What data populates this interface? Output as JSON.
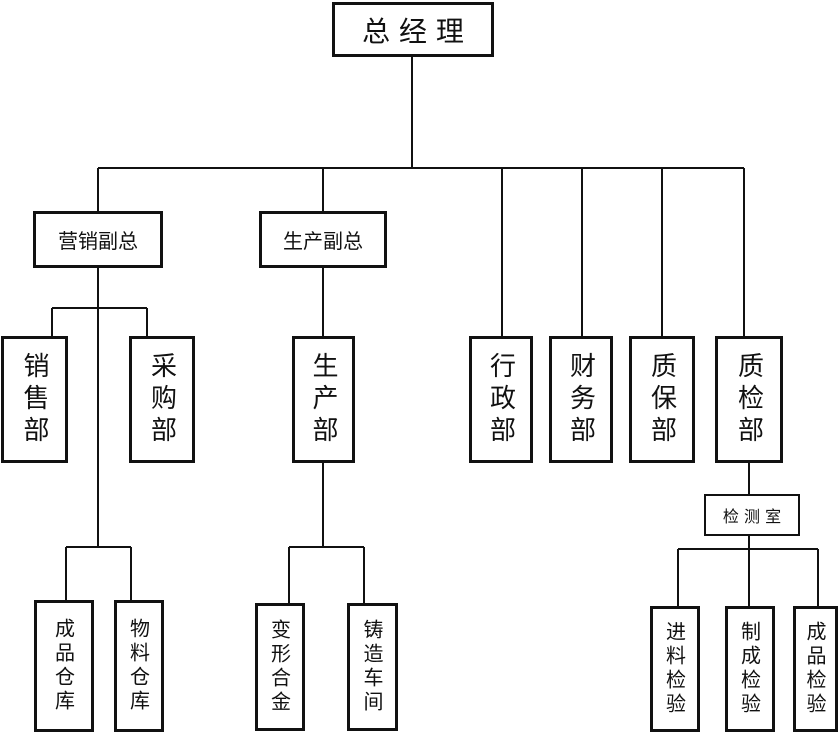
{
  "chart": {
    "root": "总 经 理",
    "vp_sales": "营销副总",
    "vp_production": "生产副总",
    "dept_sales": "销售部",
    "dept_purchase": "采购部",
    "dept_production": "生产部",
    "dept_admin": "行政部",
    "dept_finance": "财务部",
    "dept_qa": "质保部",
    "dept_qc": "质检部",
    "lab": "检 测 室",
    "wh_finished": "成品仓库",
    "wh_material": "物料仓库",
    "shop_alloy": "变形合金",
    "shop_casting": "铸造车间",
    "check_incoming": "进料检验",
    "check_process": "制成检验",
    "check_finished": "成品检验"
  }
}
